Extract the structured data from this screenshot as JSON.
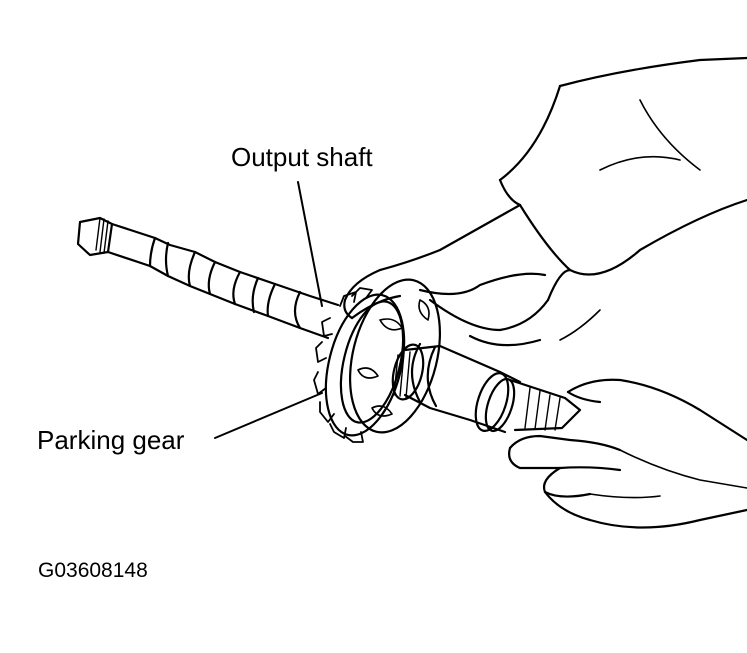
{
  "labels": {
    "output_shaft": "Output shaft",
    "parking_gear": "Parking gear"
  },
  "figure_id": "G03608148",
  "colors": {
    "line": "#000000",
    "background": "#ffffff"
  }
}
